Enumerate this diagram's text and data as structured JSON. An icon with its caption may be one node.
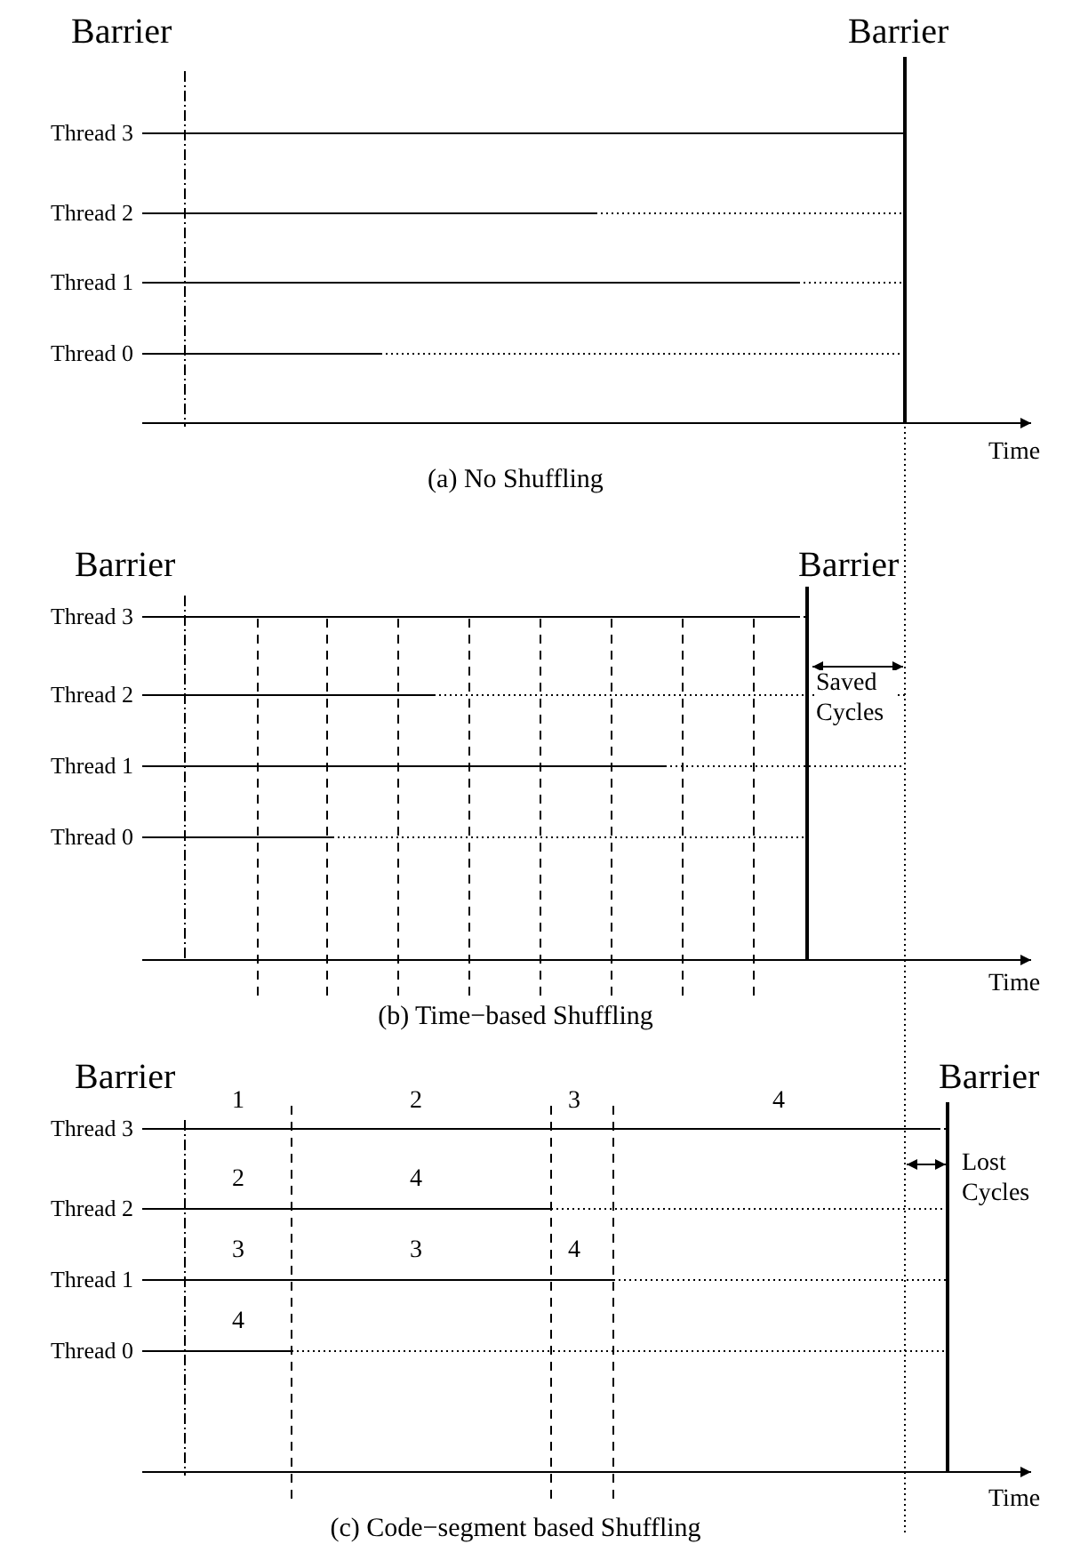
{
  "diagram": {
    "labels": [
      "Barrier",
      "Barrier",
      "Thread 3",
      "Thread 2",
      "Thread 1",
      "Thread 0",
      "Time",
      "(a) No Shuffling",
      "Barrier",
      "Barrier",
      "Thread 3",
      "Thread 2",
      "Saved Cycles",
      "Thread 1",
      "Thread 0",
      "Time",
      "(b) Time−based Shuffling",
      "Barrier",
      "Barrier",
      "1",
      "2",
      "3",
      "4",
      "Thread 3",
      "2",
      "4",
      "Lost Cycles",
      "Thread 2",
      "3",
      "3",
      "4",
      "Thread 1",
      "4",
      "Thread 0",
      "Time",
      "(c) Code−segment based Shuffling"
    ]
  }
}
